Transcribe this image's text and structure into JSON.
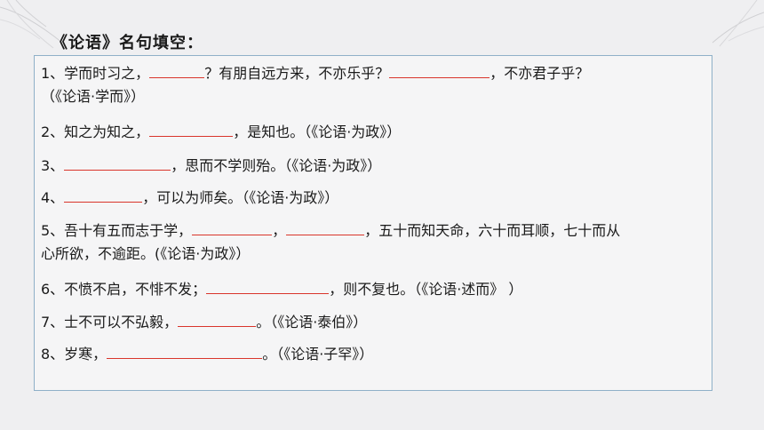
{
  "title": "《论语》名句填空：",
  "questions": [
    {
      "line1": {
        "p1": "1、学而时习之，",
        "p2": "？有朋自远方来，不亦乐乎？",
        "p3": "，不亦君子乎？"
      },
      "line2": "（《论语·学而》）"
    },
    {
      "p1": "2、知之为知之，",
      "p2": "，是知也。（《论语·为政》）"
    },
    {
      "p1": "3、",
      "p2": "，思而不学则殆。（《论语·为政》）"
    },
    {
      "p1": "4、",
      "p2": "，可以为师矣。（《论语·为政》）"
    },
    {
      "line1": {
        "p1": "5、吾十有五而志于学，",
        "p2": "，",
        "p3": "，五十而知天命，六十而耳顺，七十而从"
      },
      "line2": "心所欲，不逾距。(《论语·为政》）"
    },
    {
      "p1": "6、不愤不启，不悱不发；",
      "p2": "，则不复也。（《论语·述而》 ）"
    },
    {
      "p1": "7、士不可以不弘毅，",
      "p2": "。（《论语·泰伯》）"
    },
    {
      "p1": "8、岁寒，",
      "p2": "。（《论语·子罕》）"
    }
  ],
  "colors": {
    "blank_line": "#d9352b",
    "box_border": "#8fb0c8",
    "background": "#efeff1"
  },
  "icons": {
    "top_left": "leaf-decoration-icon",
    "top_right": "branch-decoration-icon"
  }
}
